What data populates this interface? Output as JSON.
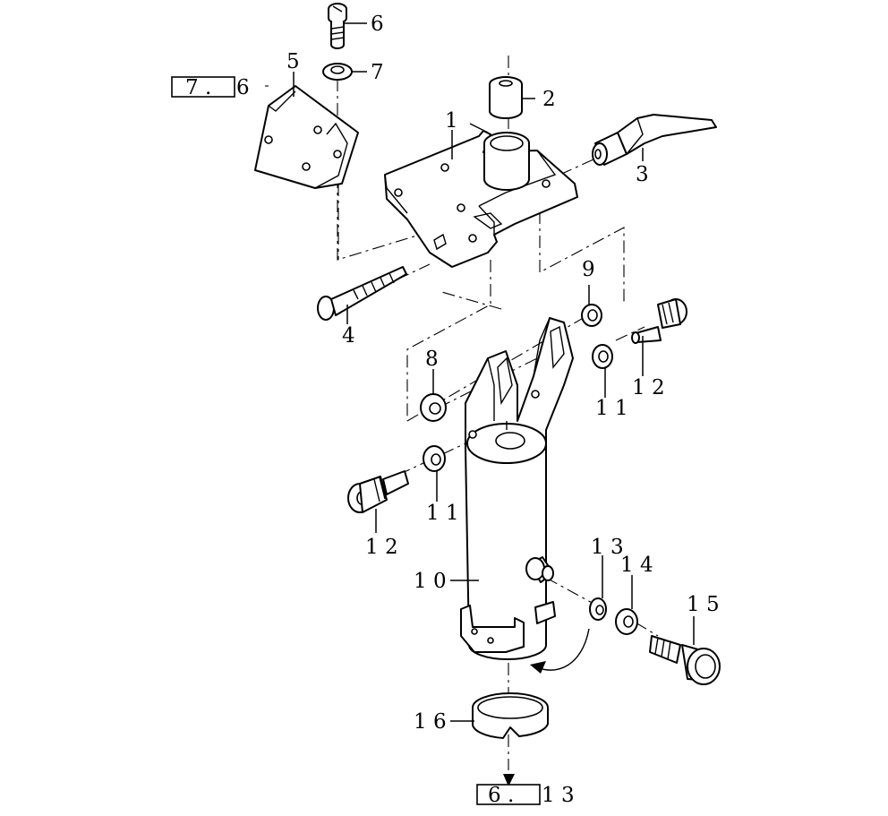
{
  "diagram": {
    "part_numbers": [
      {
        "id": "p1",
        "label": "1"
      },
      {
        "id": "p2",
        "label": "2"
      },
      {
        "id": "p3",
        "label": "3"
      },
      {
        "id": "p4",
        "label": "4"
      },
      {
        "id": "p5",
        "label": "5"
      },
      {
        "id": "p6",
        "label": "6"
      },
      {
        "id": "p7",
        "label": "7"
      },
      {
        "id": "p8",
        "label": "8"
      },
      {
        "id": "p9",
        "label": "9"
      },
      {
        "id": "p10",
        "label": "1 0"
      },
      {
        "id": "p11a",
        "label": "1 1"
      },
      {
        "id": "p11b",
        "label": "1 1"
      },
      {
        "id": "p12a",
        "label": "1 2"
      },
      {
        "id": "p12b",
        "label": "1 2"
      },
      {
        "id": "p13",
        "label": "1 3"
      },
      {
        "id": "p14",
        "label": "1 4"
      },
      {
        "id": "p15",
        "label": "1 5"
      },
      {
        "id": "p16",
        "label": "1 6"
      }
    ],
    "references": [
      {
        "id": "ref-top",
        "box_text": "7 .",
        "tail_text": "6"
      },
      {
        "id": "ref-bottom",
        "box_text": "6 .",
        "tail_text": "1 3"
      }
    ]
  }
}
